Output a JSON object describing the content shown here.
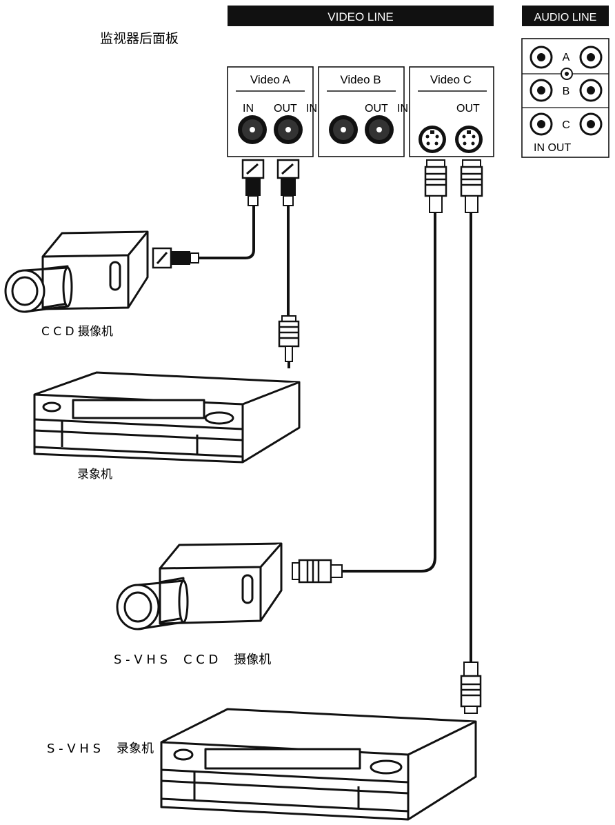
{
  "header": {
    "video_line": "VIDEO LINE",
    "audio_line": "AUDIO LINE",
    "panel_title": "监视器后面板"
  },
  "video_panels": [
    {
      "name": "Video A",
      "label_in": "IN",
      "label_out": "OUT"
    },
    {
      "name": "Video B",
      "label_in": "IN",
      "label_out": "OUT"
    },
    {
      "name": "Video C",
      "label_in": "IN",
      "label_out": "OUT"
    }
  ],
  "audio_panel": {
    "channels": [
      "A",
      "B",
      "C"
    ],
    "label_in_out": "IN OUT"
  },
  "devices": {
    "ccd_camera": "C C D 摄像机",
    "vcr": "录象机",
    "svhs_camera": "S - V H S    C C D    摄像机",
    "svhs_vcr": "S - V H S    录象机"
  },
  "colors": {
    "ink": "#111111",
    "header_bg": "#111111",
    "header_text": "#ffffff",
    "panel_bg": "#ffffff",
    "device_body": "#ffffff"
  }
}
